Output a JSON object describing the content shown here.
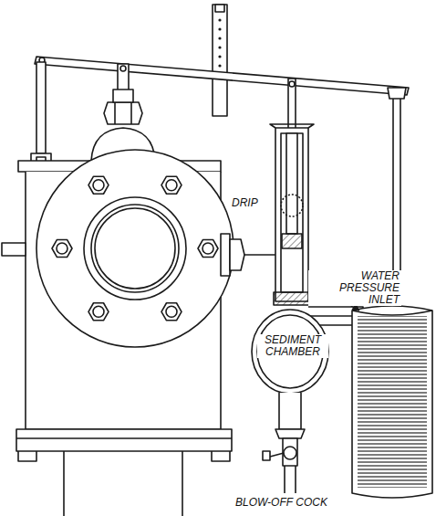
{
  "diagram": {
    "labels": [
      "DRIP",
      "WATER PRESSURE INLET",
      "SEDIMENT CHAMBER",
      "BLOW-OFF COCK"
    ]
  }
}
